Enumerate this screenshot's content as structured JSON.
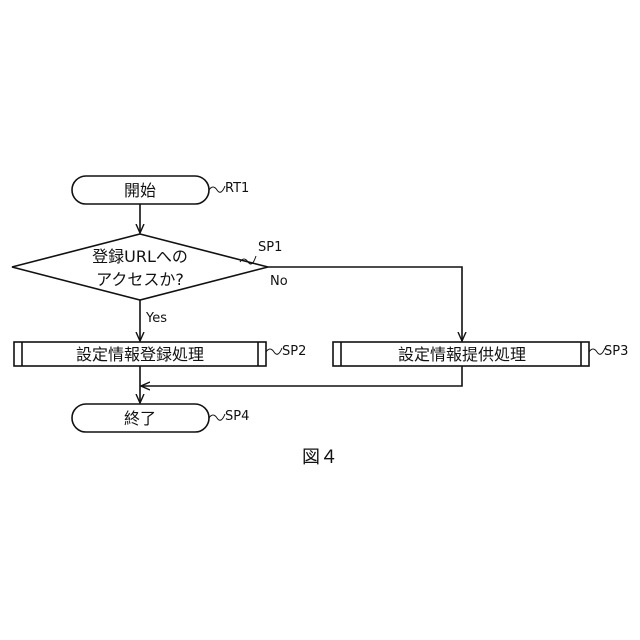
{
  "diagram": {
    "start": {
      "label": "開始",
      "ref": "RT1"
    },
    "decision": {
      "line1": "登録URLへの",
      "line2": "アクセスか?",
      "ref": "SP1",
      "yes_label": "Yes",
      "no_label": "No"
    },
    "process_register": {
      "label": "設定情報登録処理",
      "ref": "SP2"
    },
    "process_provide": {
      "label": "設定情報提供処理",
      "ref": "SP3"
    },
    "end": {
      "label": "終了",
      "ref": "SP4"
    },
    "caption": "図４"
  }
}
